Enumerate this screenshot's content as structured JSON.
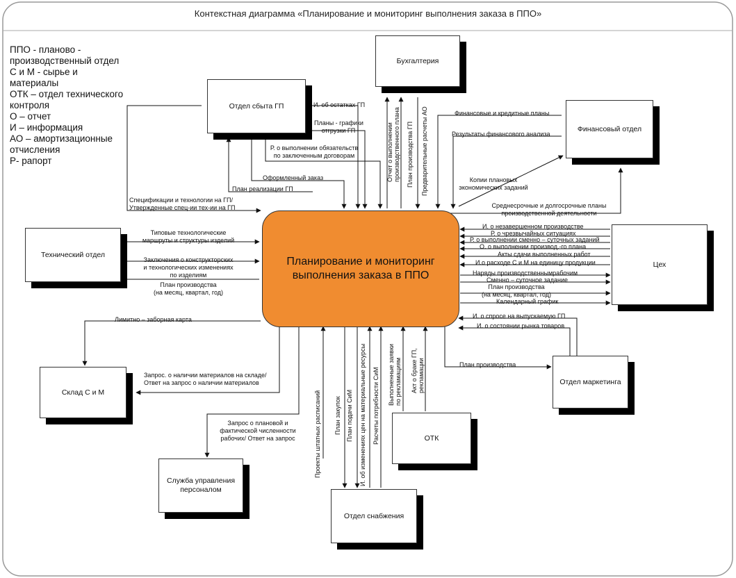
{
  "title": "Контекстная диаграмма «Планирование и мониторинг выполнения заказа в ППО»",
  "legend": [
    "ППО -  планово -",
    "производственный отдел",
    "С и М -  сырье и",
    "материалы",
    "ОТК – отдел технического",
    "контроля",
    "О – отчет",
    "И – информация",
    "АО – амортизационные",
    "отчисления",
    "Р- рапорт"
  ],
  "center": {
    "line1": "Планирование и мониторинг",
    "line2": "выполнения заказа в ППО"
  },
  "boxes": {
    "buh": "Бухгалтерия",
    "sales": "Отдел сбыта ГП",
    "fin": "Финансовый отдел",
    "tech": "Технический отдел",
    "ceh": "Цех",
    "sklad": "Склад С и М",
    "market": "Отдел маркетинга",
    "otk": "ОТК",
    "hr1": "Служба управления",
    "hr2": "персоналом",
    "snab": "Отдел снабжения"
  },
  "labels": {
    "ost": "И. об остатках ГП",
    "plans1": "Планы - графики",
    "plans2": "отгрузки ГП",
    "rvyp1": "Р. о выполнении обязательств",
    "rvyp2": "по заключенным договорам",
    "zakaz": "Оформленный заказ",
    "realiz": "План реализации ГП",
    "spec1": "Спецификации и технологии на ГП/",
    "spec2": "Утвержденные спец-ии тех-ии на ГП",
    "fincred": "Финансовые и кредитные планы",
    "finres": "Результаты финансового анализа",
    "kopii1": "Копии плановых",
    "kopii2": "экономических заданий",
    "srednesr1": "Среднесрочные и долгосрочные планы",
    "srednesr2": "производственной деятельности",
    "otchet1": "Отчет о выполнении",
    "otchet2": "производственного плана",
    "planpr": "План производства ГП",
    "predv": "Предварительные расчеты АО",
    "tipov1": "Типовые технологические",
    "tipov2": "маршруты и структуры изделий",
    "zakl1": "Заключения о конструкторских",
    "zakl2": "и технологических изменениях",
    "zakl3": "по изделиям",
    "planpt1": "План производства",
    "planpt2": "(на месяц, квартал, год)",
    "c1": "И. о незавершенном производстве",
    "c2": "Р. о чрезвычайных ситуациях",
    "c3": "Р. о выполнении сменно – суточных заданий",
    "c4": "О. о выполнении производ.-го плана",
    "c5": "Акты сдачи выполненных работ",
    "c6": "И.о расходе С и М на единицу продукции",
    "c7": "Наряды  производственнымрабочим",
    "c8": "Сменно – суточное задание",
    "c9a": "План производства",
    "c9b": "(на месяц, квартал, год)",
    "c10": "Календарный график",
    "m1": "И. о спросе на выпускаемую  ГП",
    "m2": "И. о состоянии рынка товаров",
    "m3": "План производства",
    "limit": "Лимитно – заборная карта",
    "zapros1": "Запрос. о наличии материалов на складе/",
    "zapros2": "Ответ  на запрос о наличии материалов",
    "hrq1": "Запрос о плановой и",
    "hrq2": "фактической численности",
    "hrq3": "рабочих/ Ответ на запрос",
    "shtat": "Проекты штатных  расписаний",
    "zakup": "План закупок",
    "podachi": "План подачи СиМ",
    "izmen": "И. об изменениях цен на материальные ресурсы",
    "rasch": "Расчеты потребности СиМ",
    "vypzayav1": "Выполненные заявки",
    "vypzayav2": "по рекламациям",
    "akt1": "Акт о браке ГП,",
    "akt2": "рекламации"
  }
}
